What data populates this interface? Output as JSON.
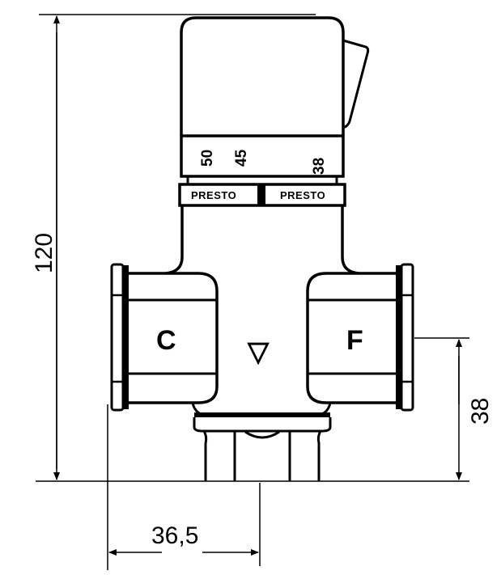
{
  "diagram": {
    "subject": "thermostatic mixing valve side elevation",
    "stroke_color": "#000000",
    "background": "#ffffff"
  },
  "temperature_scale": {
    "marks": [
      "50",
      "45",
      "38"
    ]
  },
  "brand_labels": [
    "PRESTO",
    "PRESTO"
  ],
  "ports": {
    "hot": "C",
    "cold": "F",
    "outlet_symbol": "▽"
  },
  "dimensions": {
    "overall_height": "120",
    "port_axis_height": "38",
    "half_width": "36,5"
  }
}
